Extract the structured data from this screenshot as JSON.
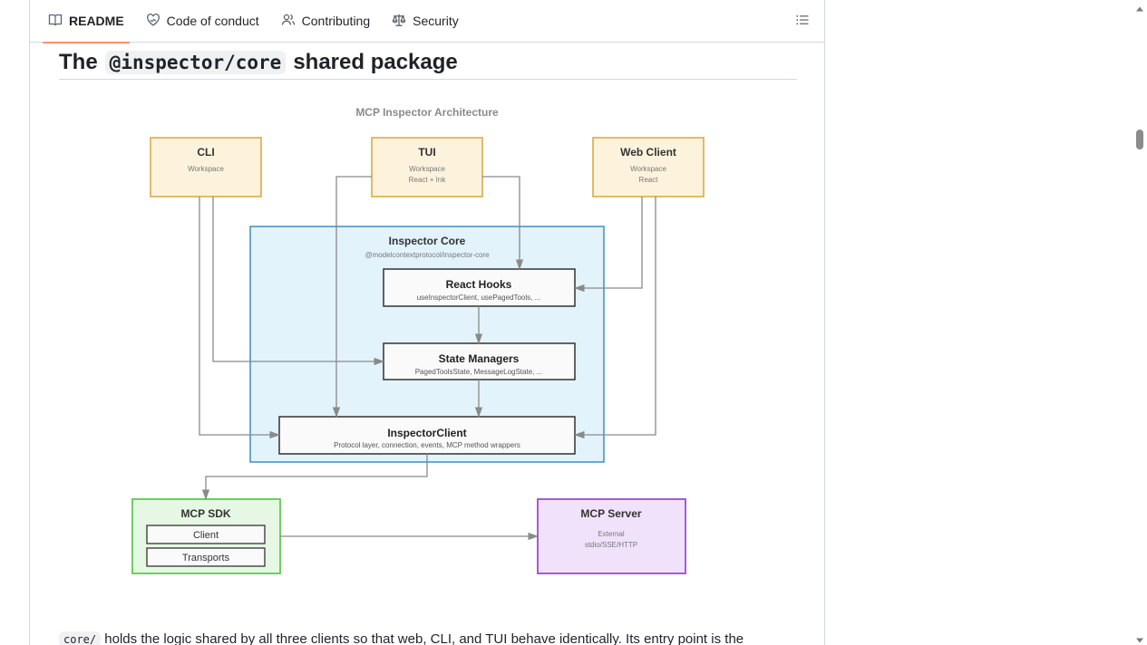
{
  "tabs": [
    {
      "label": "README",
      "icon": "book-icon",
      "active": true
    },
    {
      "label": "Code of conduct",
      "icon": "heart-icon",
      "active": false
    },
    {
      "label": "Contributing",
      "icon": "people-icon",
      "active": false
    },
    {
      "label": "Security",
      "icon": "law-icon",
      "active": false
    }
  ],
  "toc_icon": "list-unordered-icon",
  "heading": {
    "prefix": "The",
    "code": "@inspector/core",
    "suffix": "shared package"
  },
  "diagram": {
    "title": "MCP Inspector Architecture",
    "cli": {
      "title": "CLI",
      "line1": "Workspace"
    },
    "tui": {
      "title": "TUI",
      "line1": "Workspace",
      "line2": "React + Ink"
    },
    "web": {
      "title": "Web Client",
      "line1": "Workspace",
      "line2": "React"
    },
    "core": {
      "title": "Inspector Core",
      "subtitle": "@modelcontextprotocol/inspector-core"
    },
    "hooks": {
      "title": "React Hooks",
      "subtitle": "useInspectorClient, usePagedTools, ..."
    },
    "state": {
      "title": "State Managers",
      "subtitle": "PagedToolsState, MessageLogState, ..."
    },
    "client": {
      "title": "InspectorClient",
      "subtitle": "Protocol layer, connection, events, MCP method wrappers"
    },
    "sdk": {
      "title": "MCP SDK",
      "item1": "Client",
      "item2": "Transports"
    },
    "server": {
      "title": "MCP Server",
      "line1": "External",
      "line2": "stdio/SSE/HTTP"
    },
    "colors": {
      "workspace_fill": "#fdf3dd",
      "workspace_stroke": "#d9a53f",
      "core_fill": "#e2f3fc",
      "core_stroke": "#3f8fbd",
      "sdk_fill": "#e6f8e4",
      "sdk_stroke": "#5cc954",
      "server_fill": "#f1e2fb",
      "server_stroke": "#9a4dd0",
      "arrow": "#8a8a8a"
    }
  },
  "paragraph": {
    "code": "core/",
    "text": " holds the logic shared by all three clients so that web, CLI, and TUI behave identically. Its entry point is the"
  }
}
